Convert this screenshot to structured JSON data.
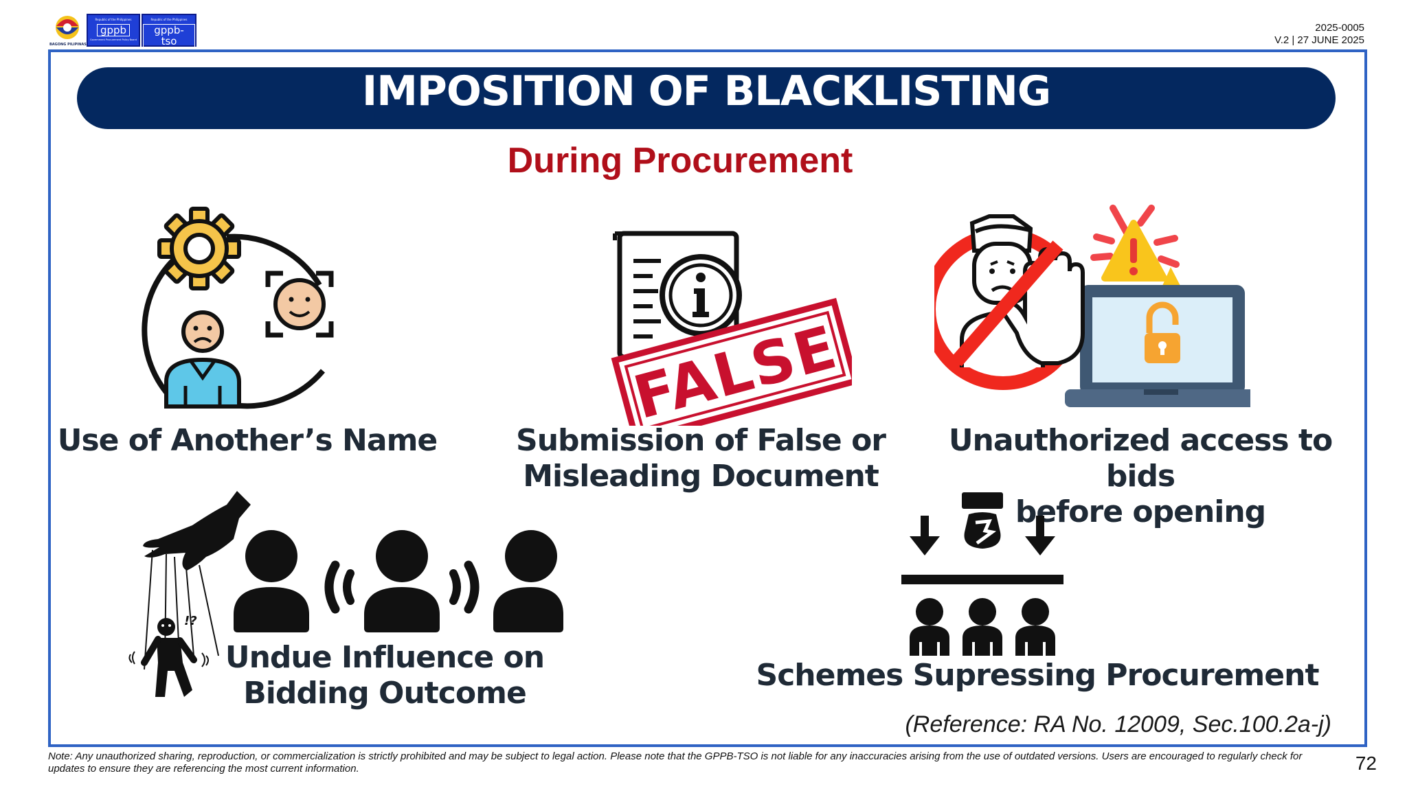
{
  "header": {
    "seal_caption": "BAGONG PILIPINAS",
    "gppb_logo": {
      "top": "Republic of the Philippines",
      "main": "gppb",
      "sub": "Government Procurement Policy Board"
    },
    "tso_logo": {
      "top": "Republic of the Philippines",
      "main": "gppb-tso",
      "sub": "Government Procurement Policy Board Technical Support Office"
    },
    "doc_number": "2025-0005",
    "version": "V.2 | 27 JUNE 2025"
  },
  "slide": {
    "title": "IMPOSITION OF BLACKLISTING",
    "subtitle": "During Procurement",
    "items": [
      {
        "lines": [
          "Use of Another’s Name"
        ],
        "icon": "identity-swap-icon"
      },
      {
        "lines": [
          "Submission of False or",
          "Misleading Document"
        ],
        "icon": "false-document-icon",
        "stamp_text": "FALSE"
      },
      {
        "lines": [
          "Unauthorized access to bids",
          "before opening"
        ],
        "icon": "unauthorized-access-icon"
      },
      {
        "lines": [
          "Undue Influence on",
          "Bidding Outcome"
        ],
        "icon": "puppet-influence-icon",
        "icon_text": "!?"
      },
      {
        "lines": [
          "Schemes Supressing Procurement"
        ],
        "icon": "suppression-scheme-icon"
      }
    ],
    "reference": "(Reference: RA No. 12009, Sec.100.2a-j)"
  },
  "footer": {
    "note": "Note: Any unauthorized sharing, reproduction, or commercialization is strictly prohibited and may be subject to legal action. Please note that the GPPB-TSO is not liable for any inaccuracies arising from the use of outdated versions. Users are encouraged to regularly check for updates to ensure they are referencing the most current information.",
    "page_number": "72"
  },
  "colors": {
    "title_bar": "#04285f",
    "subtitle": "#b00f1a",
    "frame": "#2f63c4",
    "logo_blue": "#1f3fd6",
    "gear": "#f5c44a",
    "face": "#f3c9a4",
    "shirt": "#5ec7e8",
    "stamp_red": "#c8102e",
    "warning": "#f9c51c",
    "laptop": "#3f5873",
    "lock": "#f6a431",
    "icon_dark": "#1a1a1a"
  }
}
